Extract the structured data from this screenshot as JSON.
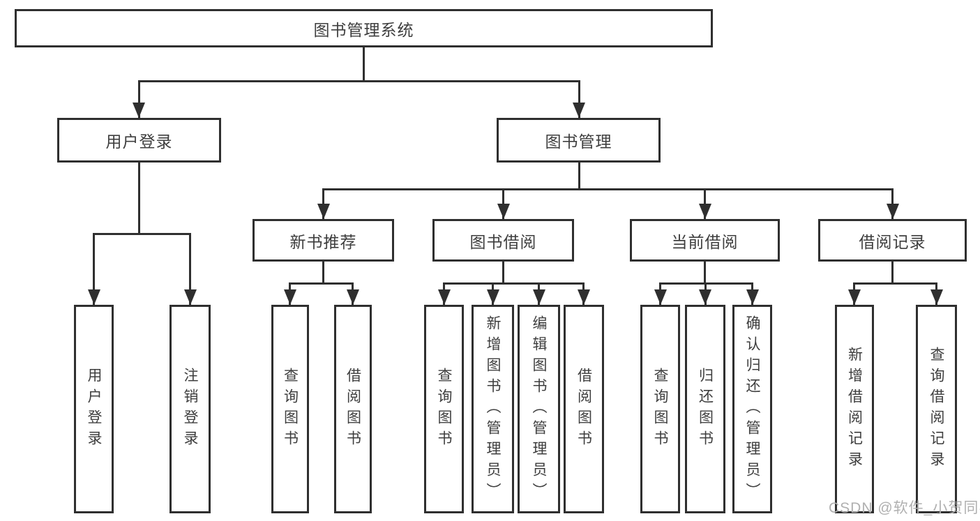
{
  "colors": {
    "line": "#2f2f2f",
    "border": "#2f2f2f",
    "text": "#3e3e3e",
    "background": "#ffffff",
    "watermark_color": "#b0b0b0"
  },
  "watermark": "CSDN @软件_小贺同学",
  "tree": {
    "root": {
      "label": "图书管理系统"
    },
    "branches": [
      {
        "id": "user-login",
        "label": "用户登录",
        "children": [
          {
            "label": "用户登录"
          },
          {
            "label": "注销登录"
          }
        ]
      },
      {
        "id": "book-management",
        "label": "图书管理",
        "sections": [
          {
            "id": "new-book-recommend",
            "label": "新书推荐",
            "children": [
              {
                "label": "查询图书"
              },
              {
                "label": "借阅图书"
              }
            ]
          },
          {
            "id": "book-borrowing",
            "label": "图书借阅",
            "children": [
              {
                "label": "查询图书"
              },
              {
                "label": "新增图书（管理员）"
              },
              {
                "label": "编辑图书（管理员）"
              },
              {
                "label": "借阅图书"
              }
            ]
          },
          {
            "id": "current-borrowing",
            "label": "当前借阅",
            "children": [
              {
                "label": "查询图书"
              },
              {
                "label": "归还图书"
              },
              {
                "label": "确认归还（管理员）"
              }
            ]
          },
          {
            "id": "borrowing-records",
            "label": "借阅记录",
            "children": [
              {
                "label": "新增借阅记录"
              },
              {
                "label": "查询借阅记录"
              }
            ]
          }
        ]
      }
    ]
  }
}
